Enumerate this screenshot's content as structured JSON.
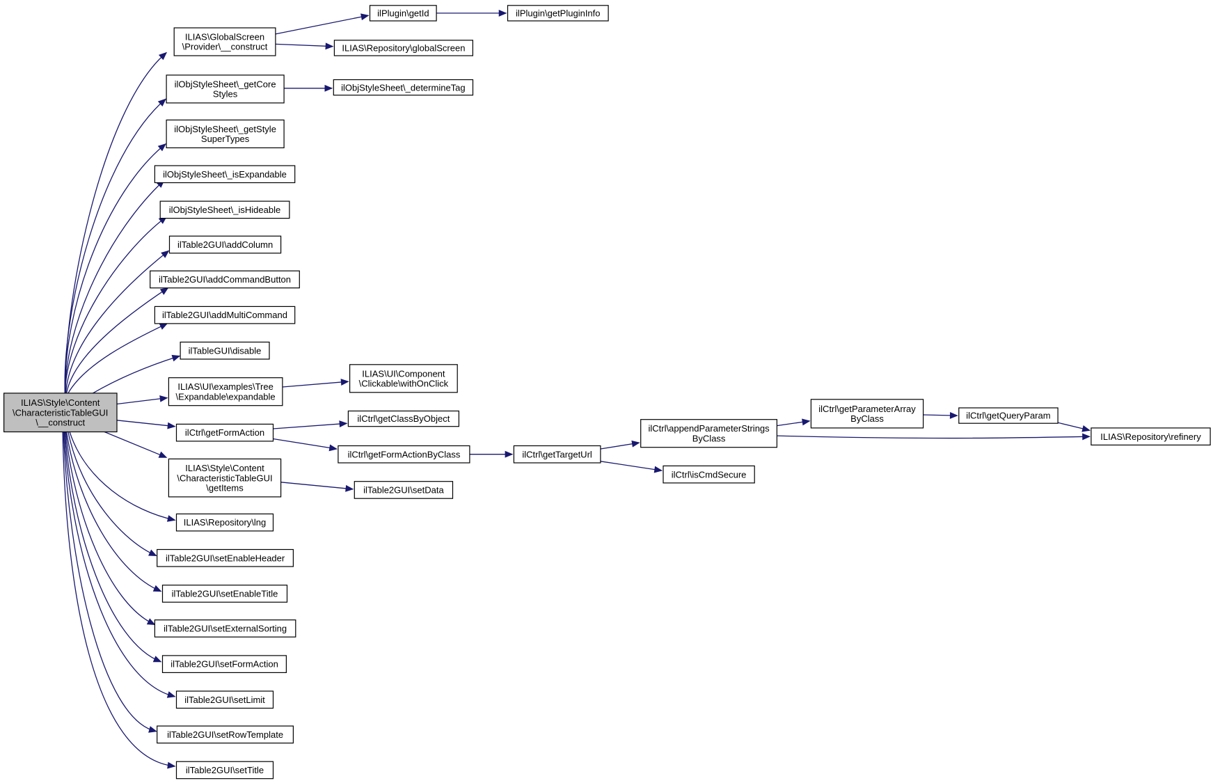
{
  "colors": {
    "edge": "#191970",
    "root_fill": "#bfbfbf",
    "node_fill": "#ffffff",
    "border": "#000000"
  },
  "nodes": {
    "root": {
      "lines": [
        "ILIAS\\Style\\Content",
        "\\CharacteristicTableGUI",
        "\\__construct"
      ]
    },
    "gs_construct": {
      "lines": [
        "ILIAS\\GlobalScreen",
        "\\Provider\\__construct"
      ]
    },
    "plugin_getid": {
      "lines": [
        "ilPlugin\\getId"
      ]
    },
    "plugin_getinfo": {
      "lines": [
        "ilPlugin\\getPluginInfo"
      ]
    },
    "repo_globalscreen": {
      "lines": [
        "ILIAS\\Repository\\globalScreen"
      ]
    },
    "get_core_styles": {
      "lines": [
        "ilObjStyleSheet\\_getCore",
        "Styles"
      ]
    },
    "determine_tag": {
      "lines": [
        "ilObjStyleSheet\\_determineTag"
      ]
    },
    "get_style_supertypes": {
      "lines": [
        "ilObjStyleSheet\\_getStyle",
        "SuperTypes"
      ]
    },
    "is_expandable": {
      "lines": [
        "ilObjStyleSheet\\_isExpandable"
      ]
    },
    "is_hideable": {
      "lines": [
        "ilObjStyleSheet\\_isHideable"
      ]
    },
    "add_column": {
      "lines": [
        "ilTable2GUI\\addColumn"
      ]
    },
    "add_command_button": {
      "lines": [
        "ilTable2GUI\\addCommandButton"
      ]
    },
    "add_multi_command": {
      "lines": [
        "ilTable2GUI\\addMultiCommand"
      ]
    },
    "tablegui_disable": {
      "lines": [
        "ilTableGUI\\disable"
      ]
    },
    "tree_expandable": {
      "lines": [
        "ILIAS\\UI\\examples\\Tree",
        "\\Expandable\\expandable"
      ]
    },
    "with_onclick": {
      "lines": [
        "ILIAS\\UI\\Component",
        "\\Clickable\\withOnClick"
      ]
    },
    "get_form_action": {
      "lines": [
        "ilCtrl\\getFormAction"
      ]
    },
    "get_class_by_object": {
      "lines": [
        "ilCtrl\\getClassByObject"
      ]
    },
    "get_form_action_by_class": {
      "lines": [
        "ilCtrl\\getFormActionByClass"
      ]
    },
    "get_target_url": {
      "lines": [
        "ilCtrl\\getTargetUrl"
      ]
    },
    "append_param_strings": {
      "lines": [
        "ilCtrl\\appendParameterStrings",
        "ByClass"
      ]
    },
    "get_param_array": {
      "lines": [
        "ilCtrl\\getParameterArray",
        "ByClass"
      ]
    },
    "get_query_param": {
      "lines": [
        "ilCtrl\\getQueryParam"
      ]
    },
    "repo_refinery": {
      "lines": [
        "ILIAS\\Repository\\refinery"
      ]
    },
    "is_cmd_secure": {
      "lines": [
        "ilCtrl\\isCmdSecure"
      ]
    },
    "get_items": {
      "lines": [
        "ILIAS\\Style\\Content",
        "\\CharacteristicTableGUI",
        "\\getItems"
      ]
    },
    "set_data": {
      "lines": [
        "ilTable2GUI\\setData"
      ]
    },
    "repo_lng": {
      "lines": [
        "ILIAS\\Repository\\lng"
      ]
    },
    "set_enable_header": {
      "lines": [
        "ilTable2GUI\\setEnableHeader"
      ]
    },
    "set_enable_title": {
      "lines": [
        "ilTable2GUI\\setEnableTitle"
      ]
    },
    "set_external_sorting": {
      "lines": [
        "ilTable2GUI\\setExternalSorting"
      ]
    },
    "set_form_action": {
      "lines": [
        "ilTable2GUI\\setFormAction"
      ]
    },
    "set_limit": {
      "lines": [
        "ilTable2GUI\\setLimit"
      ]
    },
    "set_row_template": {
      "lines": [
        "ilTable2GUI\\setRowTemplate"
      ]
    },
    "set_title": {
      "lines": [
        "ilTable2GUI\\setTitle"
      ]
    }
  }
}
